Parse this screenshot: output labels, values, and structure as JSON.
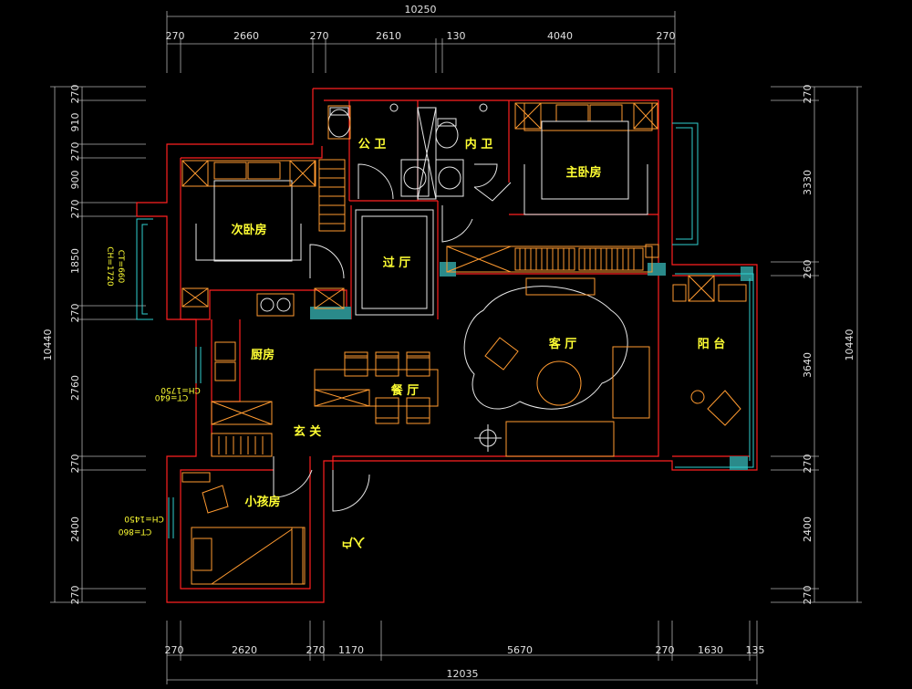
{
  "dimensions": {
    "top_total": "10250",
    "top_segments": [
      "270",
      "2660",
      "270",
      "2610",
      "130",
      "4040",
      "270"
    ],
    "bottom_total": "12035",
    "bottom_segments": [
      "270",
      "2620",
      "270",
      "1170",
      "5670",
      "270",
      "1630",
      "135"
    ],
    "left_total": "10440",
    "left_segments": [
      "270",
      "910",
      "270",
      "900",
      "270",
      "1850",
      "270",
      "2760",
      "270",
      "2400",
      "270"
    ],
    "right_total": "10440",
    "right_segments": [
      "270",
      "3330",
      "260",
      "3640",
      "270",
      "2400",
      "270"
    ]
  },
  "rooms": {
    "public_bath": "公 卫",
    "ensuite_bath": "内 卫",
    "master_bedroom": "主卧房",
    "second_bedroom": "次卧房",
    "hall": "过 厅",
    "kitchen": "厨房",
    "dining": "餐 厅",
    "living": "客 厅",
    "balcony": "阳 台",
    "entry": "玄 关",
    "kids_room": "小孩房",
    "entrance_marker": "入户"
  },
  "annotations": {
    "second_bedroom_ch": "CH=1720",
    "second_bedroom_ct": "CT=660",
    "kitchen_ch": "CH=1750",
    "kitchen_ct": "CT=640",
    "kids_room_ch": "CH=1450",
    "kids_room_ct": "CT=860"
  },
  "colors": {
    "background": "#000000",
    "wall": "#ff2020",
    "furniture": "#ff9a30",
    "window": "#30d0d0",
    "label": "#ffff33",
    "dimension": "#e0e0e0"
  }
}
